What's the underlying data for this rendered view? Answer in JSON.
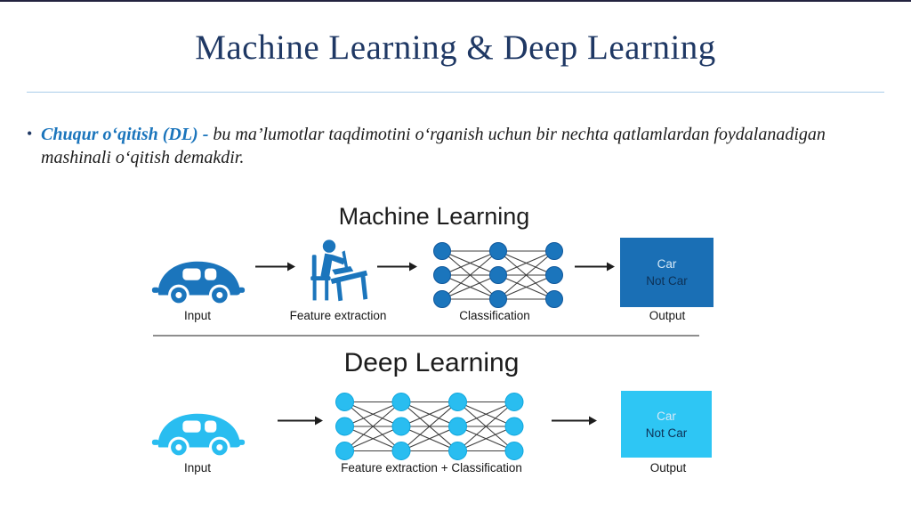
{
  "slide": {
    "title": "Machine Learning & Deep Learning",
    "bullet_marker": "•",
    "bullet": {
      "lead": "Chuqur o‘qitish (DL) - ",
      "body": "bu ma’lumotlar taqdimotini o‘rganish uchun bir nechta qatlamlardan foydalanadigan mashinali o‘qitish demakdir."
    }
  },
  "colors": {
    "title_navy": "#1F3864",
    "rule_blue": "#A9CCE9",
    "lead_blue": "#1B75BC",
    "text_dark": "#1C1C1C",
    "ml_blue": "#1B75BC",
    "ml_box": "#1A6FB5",
    "dl_cyan": "#29BDF0",
    "dl_box": "#2EC6F4",
    "car_light": "#D5E9F8",
    "notcar_dark": "#0D3156",
    "edge_dark": "#3F3F3F",
    "arrow_black": "#1D1D1D",
    "divider_gray": "#8E8E8E"
  },
  "icons": {
    "ml_input": "car-icon",
    "ml_feature": "person-at-laptop-icon",
    "dl_input": "car-icon"
  },
  "diagram": {
    "ml": {
      "heading": "Machine Learning",
      "labels": [
        "Input",
        "Feature extraction",
        "Classification",
        "Output"
      ],
      "output": {
        "line1": "Car",
        "line2": "Not Car"
      },
      "network": {
        "layers": 3,
        "nodes_per_layer": 3
      }
    },
    "dl": {
      "heading": "Deep Learning",
      "labels": [
        "Input",
        "Feature extraction + Classification",
        "Output"
      ],
      "output": {
        "line1": "Car",
        "line2": "Not Car"
      },
      "network": {
        "layers": 4,
        "nodes_per_layer": 3
      }
    }
  }
}
